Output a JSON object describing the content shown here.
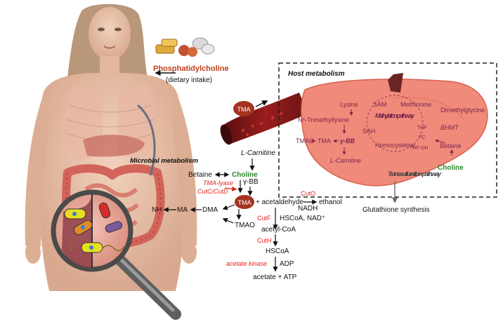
{
  "figure": {
    "phosphatidylcholine": "Phosphatidylcholine",
    "dietary_intake": "(dietary intake)",
    "host_metabolism": "Host metabolism",
    "microbial_metabolism": "Microbial metabolism",
    "vessel_tma": "TMA",
    "gut": {
      "betaine": "Betaine",
      "choline": "Choline",
      "tma_lyase": "TMA-lyase",
      "cutc_cutd": "CutC/CutD",
      "tma_center": "TMA",
      "nh": "NH",
      "ma": "MA",
      "dma": "DMA",
      "tmao": "TMAO",
      "l_carnitine": "L-Carnitine",
      "gamma_bb": "γ-BB"
    },
    "pathway": {
      "plus_acetaldehyde": "+ acetaldehyde",
      "cuto": "CutO",
      "nadh": "NADH",
      "ethanol": "ethanol",
      "cutf": "CutF",
      "hscoa_nad": "HSCoA, NAD⁺",
      "acetyl_coa": "acetyl-CoA",
      "cuth": "CutH",
      "hscoa": "HSCoA",
      "acetate_kinase": "acetate kinase",
      "adp": "ADP",
      "acetate_atp": "acetate + ATP"
    },
    "liver": {
      "lysine": "Lysine",
      "sam": "SAM",
      "methionine": "Methionine",
      "dimethylglycine": "Dimethylglycine",
      "n6_trimethyllysine": "N⁶-Trimethyllysine",
      "methylation_pathway": "Methylation pathway",
      "sah": "SAH",
      "thf": "THF",
      "fc": "FC",
      "bhmt": "BHMT",
      "tmao": "TMAO",
      "tma": "TMA",
      "gamma_bb": "γ-BB",
      "thf_oh": "THF-OH",
      "homocysteine": "Homocysteine",
      "betaine": "Betaine",
      "l_carnitine": "L-Carnitine",
      "choline": "Choline",
      "transsulfuration": "Transsulfuration pathway",
      "glutathione": "Glutathione synthesis"
    },
    "colors": {
      "liver": "#f08a7a",
      "liver_dark": "#d9604e",
      "tma_node": "#a33320",
      "red_text": "#e0231c",
      "green_text": "#2a8a2a",
      "purple_text": "#7a2450"
    }
  }
}
